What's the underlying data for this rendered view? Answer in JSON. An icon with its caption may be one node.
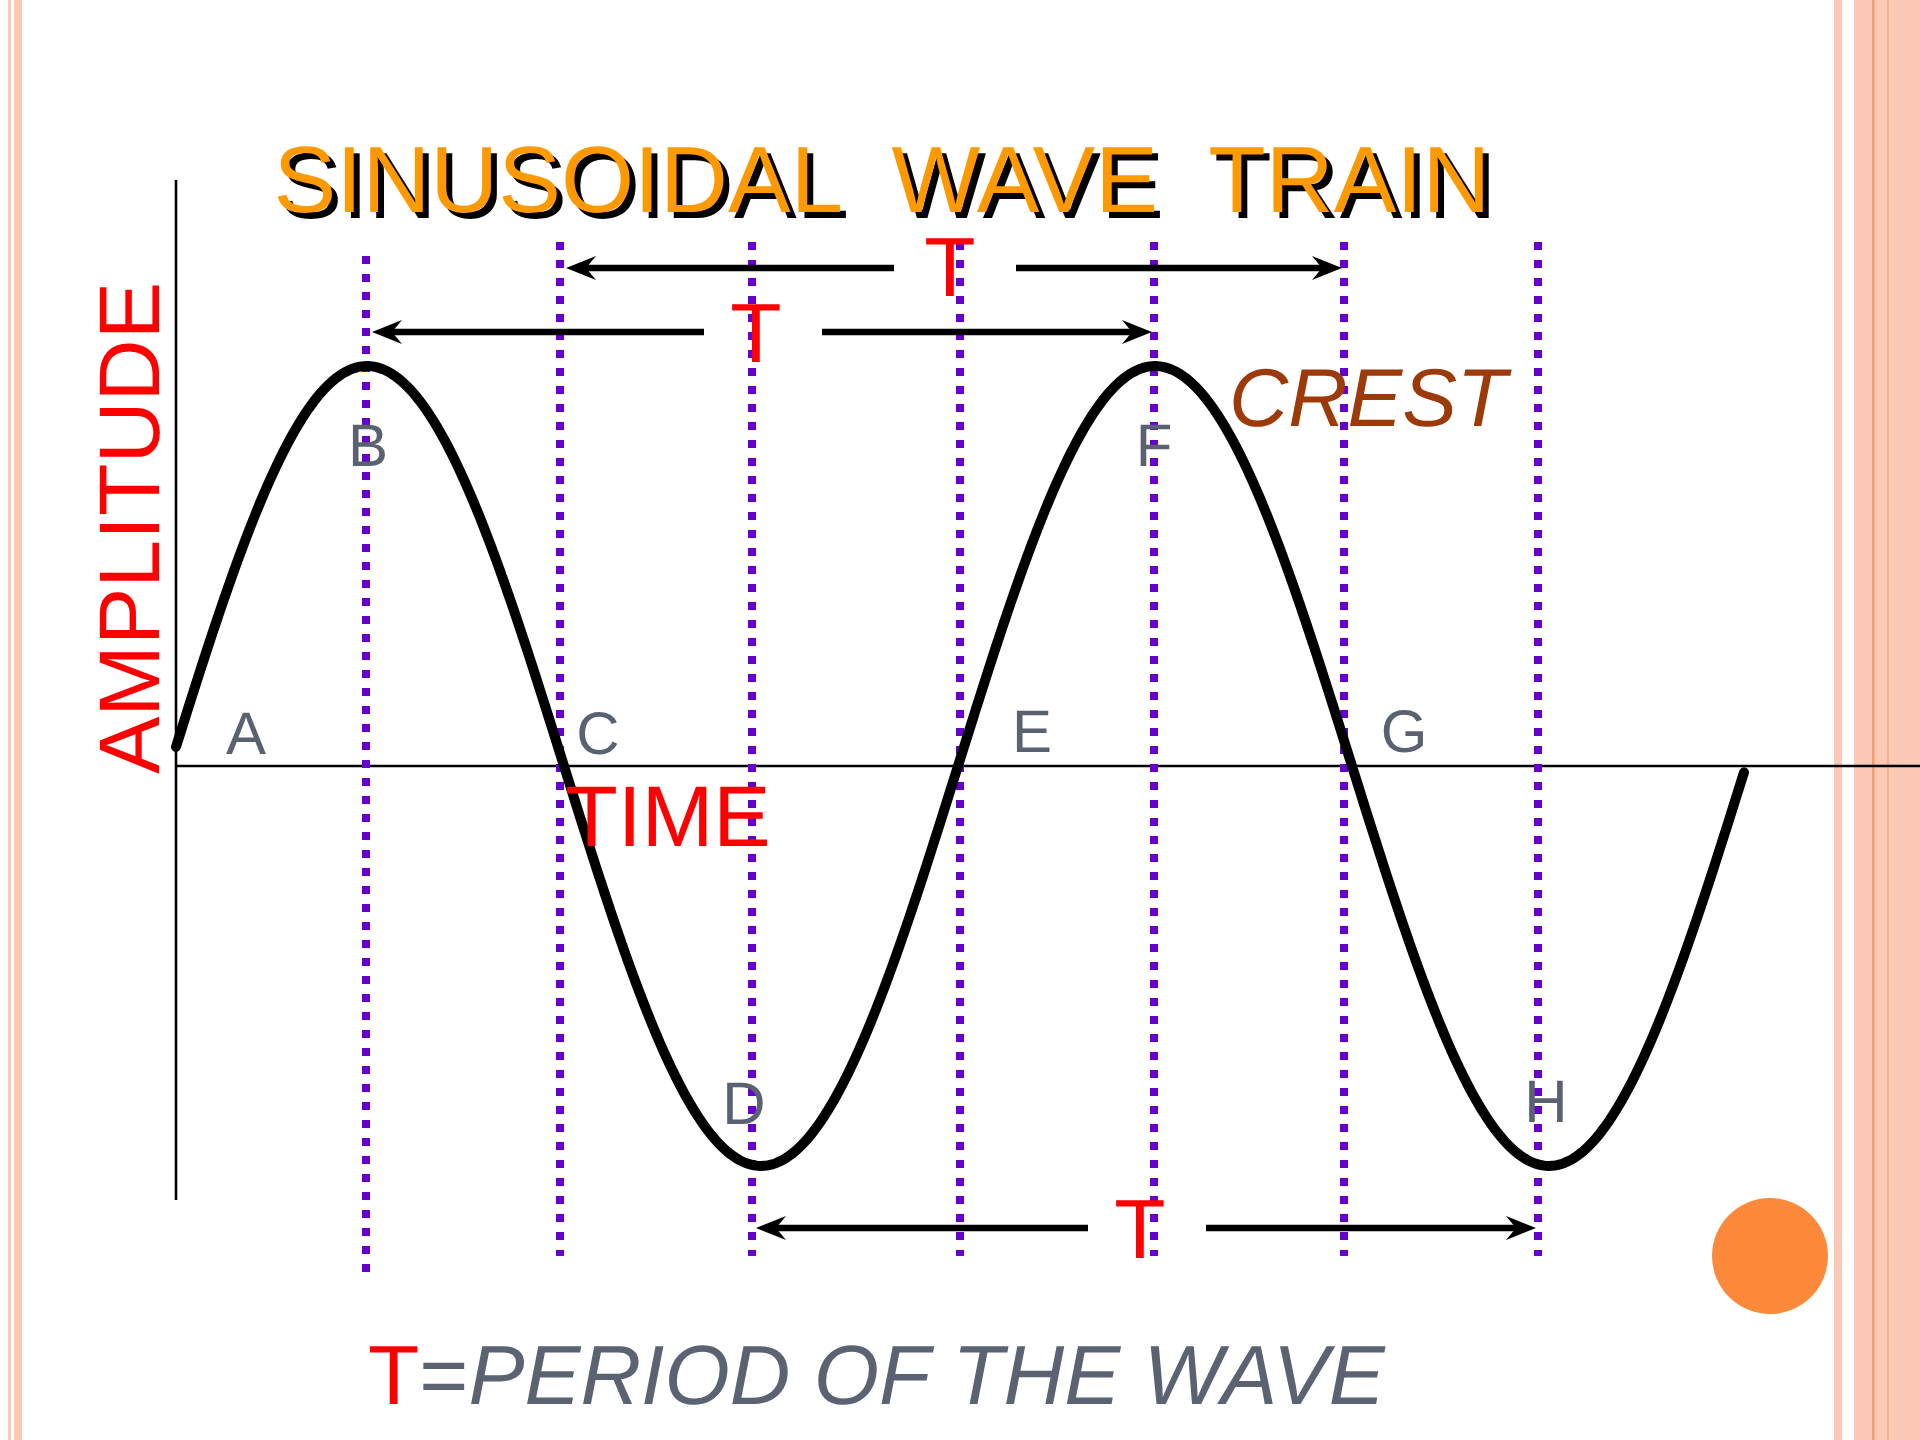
{
  "diagram": {
    "title": "SINUSOIDAL WAVE TRAIN",
    "caption": "T=*PERIOD OF THE WAVE*",
    "labels": [
      "T",
      "AMPLITUDE",
      "T",
      "CREST",
      "B",
      "F",
      "A",
      "C",
      "E",
      "G",
      "TIME",
      "D",
      "H",
      "T"
    ]
  }
}
